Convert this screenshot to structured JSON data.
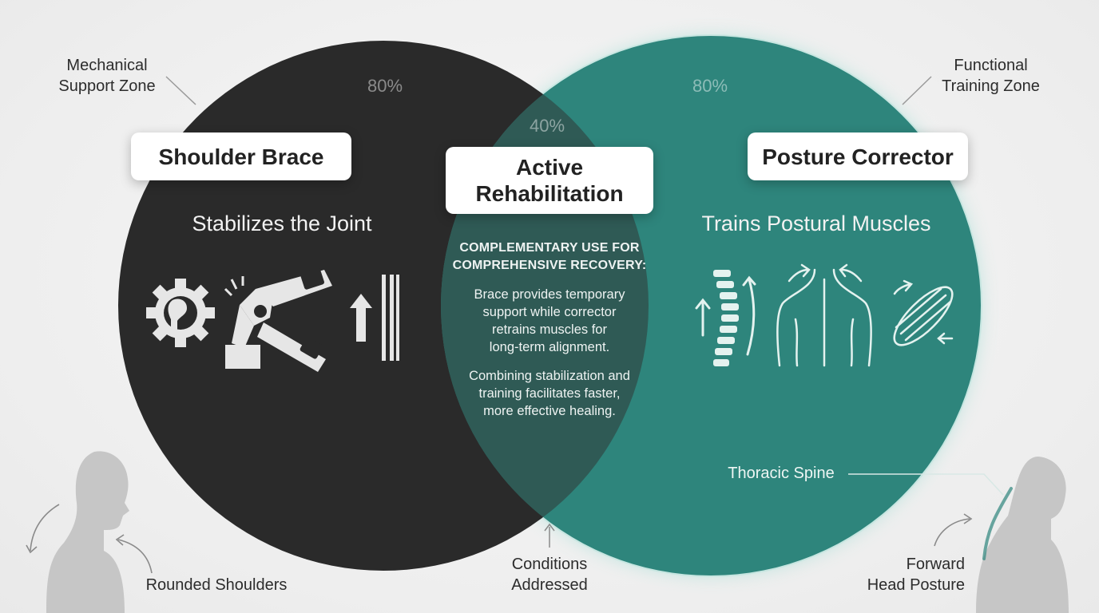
{
  "colors": {
    "brace_circle": "#2a2a2a",
    "corrector_circle": "#2e857c",
    "overlap": "#2f5a55",
    "figure_gray": "#c4c4c4",
    "text_dark": "#2c2c2c"
  },
  "left_circle": {
    "percent": "80%",
    "title": "Shoulder Brace",
    "subtitle": "Stabilizes the Joint",
    "icons": [
      "gear-joint-icon",
      "knee-brace-icon",
      "up-arrow-bars-icon"
    ]
  },
  "right_circle": {
    "percent": "80%",
    "title": "Posture Corrector",
    "subtitle": "Trains Postural Muscles",
    "icons": [
      "spine-arrows-icon",
      "back-muscles-icon",
      "muscle-fiber-icon"
    ]
  },
  "overlap": {
    "percent": "40%",
    "title_line1": "Active",
    "title_line2": "Rehabilitation",
    "heading_line1": "COMPLEMENTARY USE FOR",
    "heading_line2": "COMPREHENSIVE RECOVERY:",
    "para1": [
      "Brace provides temporary",
      "support while corrector",
      "retrains muscles for",
      "long-term alignment."
    ],
    "para2": [
      "Combining stabilization and",
      "training facilitates faster,",
      "more effective healing."
    ]
  },
  "annotations": {
    "mechanical_line1": "Mechanical",
    "mechanical_line2": "Support Zone",
    "functional_line1": "Functional",
    "functional_line2": "Training Zone",
    "thoracic": "Thoracic Spine",
    "rounded": "Rounded Shoulders",
    "conditions_line1": "Conditions",
    "conditions_line2": "Addressed",
    "forward_line1": "Forward",
    "forward_line2": "Head Posture"
  }
}
